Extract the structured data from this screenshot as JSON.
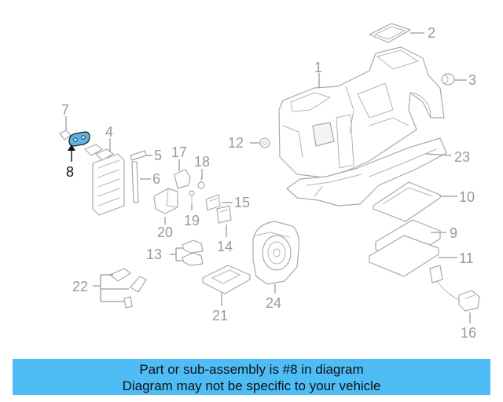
{
  "callouts": {
    "c1": "1",
    "c2": "2",
    "c3": "3",
    "c4": "4",
    "c5": "5",
    "c6": "6",
    "c7": "7",
    "c8": "8",
    "c9": "9",
    "c10": "10",
    "c11": "11",
    "c12": "12",
    "c13": "13",
    "c14": "14",
    "c15": "15",
    "c16": "16",
    "c17": "17",
    "c18": "18",
    "c19": "19",
    "c20": "20",
    "c21": "21",
    "c22": "22",
    "c23": "23",
    "c24": "24"
  },
  "highlighted_part": "8",
  "colors": {
    "highlight_fill": "#5ab4e5",
    "banner_background": "#4fbdf5",
    "line_art": "#a9a9a9"
  },
  "banner": {
    "line1": "Part or sub-assembly is #8 in diagram",
    "line2": "Diagram may not be specific to your vehicle"
  }
}
